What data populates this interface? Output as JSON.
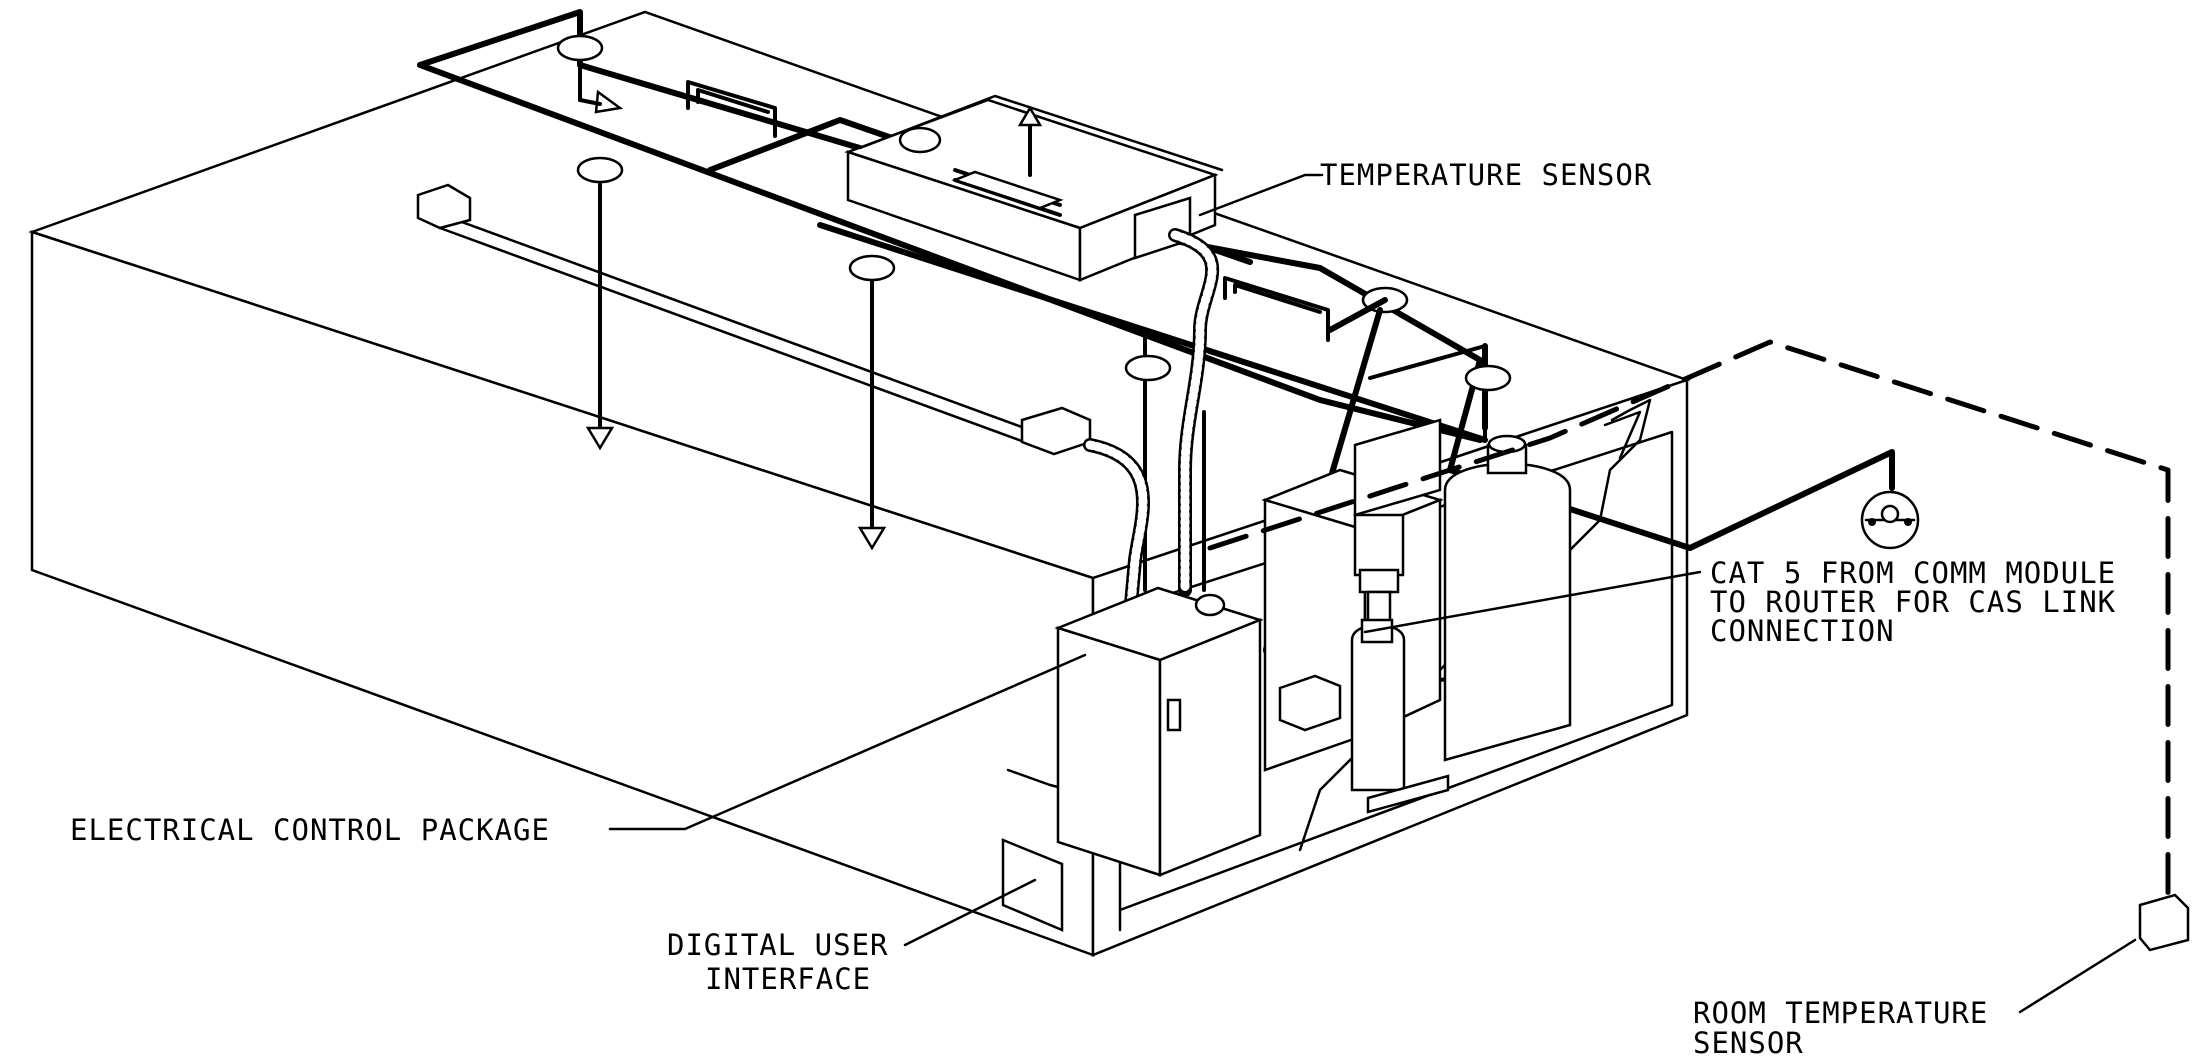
{
  "labels": {
    "temperature_sensor": "TEMPERATURE SENSOR",
    "cat5": [
      "CAT 5 FROM COMM MODULE",
      "TO ROUTER FOR CAS LINK",
      "CONNECTION"
    ],
    "electrical_control_package": "ELECTRICAL CONTROL PACKAGE",
    "digital_user_interface": [
      "DIGITAL USER",
      "INTERFACE"
    ],
    "room_temperature_sensor": [
      "ROOM TEMPERATURE",
      "SENSOR"
    ]
  }
}
